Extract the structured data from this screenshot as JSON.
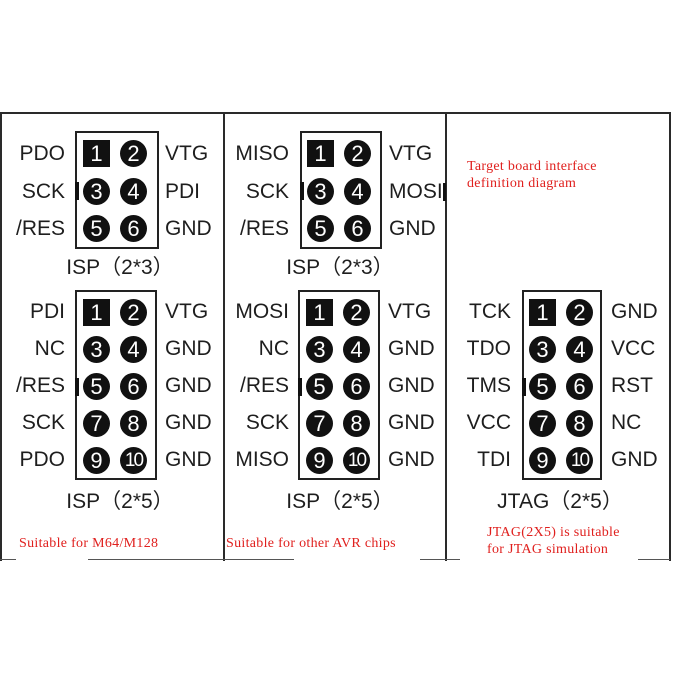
{
  "diagram": {
    "title_note": {
      "line1": "Target board interface",
      "line2": "definition diagram"
    },
    "columns": [
      {
        "top": {
          "caption": "ISP（2*3）",
          "pins": [
            {
              "n": "1",
              "shape": "square"
            },
            {
              "n": "2",
              "shape": "round"
            },
            {
              "n": "3",
              "shape": "round"
            },
            {
              "n": "4",
              "shape": "round"
            },
            {
              "n": "5",
              "shape": "round"
            },
            {
              "n": "6",
              "shape": "round"
            }
          ],
          "left_labels": [
            "PDO",
            "SCK",
            "/RES"
          ],
          "right_labels": [
            "VTG",
            "PDI",
            "GND"
          ]
        },
        "bottom": {
          "caption": "ISP（2*5）",
          "pins": [
            {
              "n": "1",
              "shape": "square"
            },
            {
              "n": "2",
              "shape": "round"
            },
            {
              "n": "3",
              "shape": "round"
            },
            {
              "n": "4",
              "shape": "round"
            },
            {
              "n": "5",
              "shape": "round"
            },
            {
              "n": "6",
              "shape": "round"
            },
            {
              "n": "7",
              "shape": "round"
            },
            {
              "n": "8",
              "shape": "round"
            },
            {
              "n": "9",
              "shape": "round"
            },
            {
              "n": "10",
              "shape": "round"
            }
          ],
          "left_labels": [
            "PDI",
            "NC",
            "/RES",
            "SCK",
            "PDO"
          ],
          "right_labels": [
            "VTG",
            "GND",
            "GND",
            "GND",
            "GND"
          ]
        },
        "note": "Suitable for M64/M128"
      },
      {
        "top": {
          "caption": "ISP（2*3）",
          "pins": [
            {
              "n": "1",
              "shape": "square"
            },
            {
              "n": "2",
              "shape": "round"
            },
            {
              "n": "3",
              "shape": "round"
            },
            {
              "n": "4",
              "shape": "round"
            },
            {
              "n": "5",
              "shape": "round"
            },
            {
              "n": "6",
              "shape": "round"
            }
          ],
          "left_labels": [
            "MISO",
            "SCK",
            "/RES"
          ],
          "right_labels": [
            "VTG",
            "MOSI",
            "GND"
          ]
        },
        "bottom": {
          "caption": "ISP（2*5）",
          "pins": [
            {
              "n": "1",
              "shape": "square"
            },
            {
              "n": "2",
              "shape": "round"
            },
            {
              "n": "3",
              "shape": "round"
            },
            {
              "n": "4",
              "shape": "round"
            },
            {
              "n": "5",
              "shape": "round"
            },
            {
              "n": "6",
              "shape": "round"
            },
            {
              "n": "7",
              "shape": "round"
            },
            {
              "n": "8",
              "shape": "round"
            },
            {
              "n": "9",
              "shape": "round"
            },
            {
              "n": "10",
              "shape": "round"
            }
          ],
          "left_labels": [
            "MOSI",
            "NC",
            "/RES",
            "SCK",
            "MISO"
          ],
          "right_labels": [
            "VTG",
            "GND",
            "GND",
            "GND",
            "GND"
          ]
        },
        "note": "Suitable for other AVR chips"
      },
      {
        "bottom": {
          "caption": "JTAG（2*5）",
          "pins": [
            {
              "n": "1",
              "shape": "square"
            },
            {
              "n": "2",
              "shape": "round"
            },
            {
              "n": "3",
              "shape": "round"
            },
            {
              "n": "4",
              "shape": "round"
            },
            {
              "n": "5",
              "shape": "round"
            },
            {
              "n": "6",
              "shape": "round"
            },
            {
              "n": "7",
              "shape": "round"
            },
            {
              "n": "8",
              "shape": "round"
            },
            {
              "n": "9",
              "shape": "round"
            },
            {
              "n": "10",
              "shape": "round"
            }
          ],
          "left_labels": [
            "TCK",
            "TDO",
            "TMS",
            "VCC",
            "TDI"
          ],
          "right_labels": [
            "GND",
            "VCC",
            "RST",
            "NC",
            "GND"
          ]
        },
        "note_line1": "JTAG(2X5) is suitable",
        "note_line2": "for JTAG simulation"
      }
    ],
    "colors": {
      "line": "#2a2a2a",
      "pin_fill": "#111111",
      "note_red": "#e0201e"
    }
  }
}
